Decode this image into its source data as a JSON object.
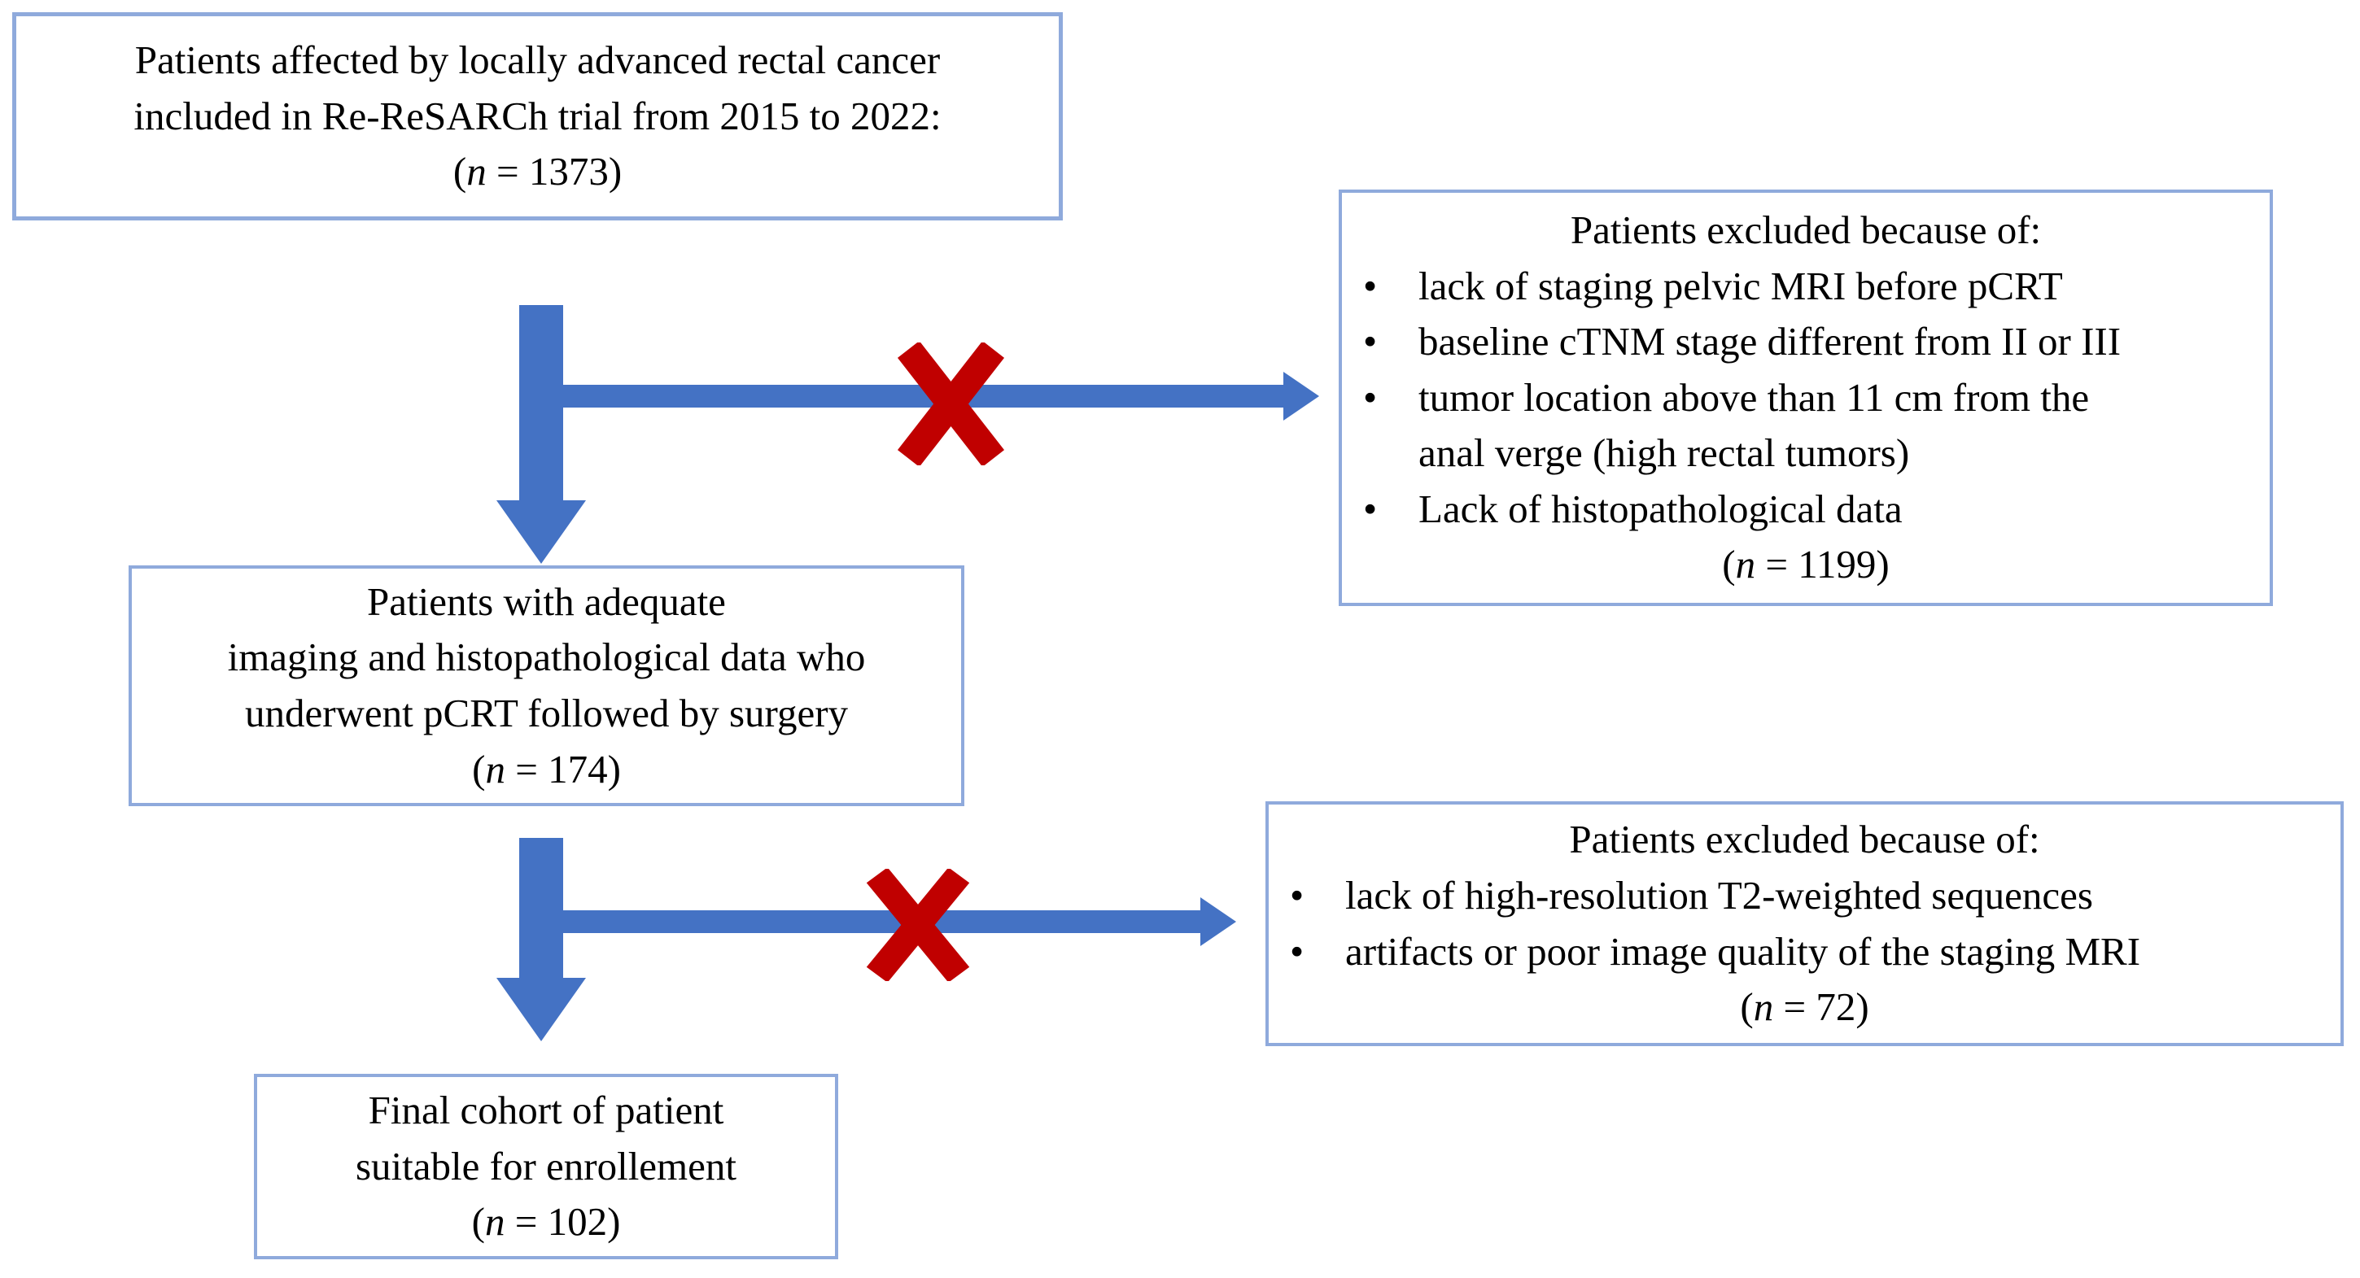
{
  "diagram": {
    "bullet_marker": "•",
    "colors": {
      "arrow_blue": "#4472C4",
      "exclusion_red": "#C00000",
      "box_border": "#8FAADC",
      "text": "#000000",
      "background": "#FFFFFF"
    },
    "boxes": {
      "initial": {
        "lines": [
          "Patients affected by locally advanced rectal cancer",
          "included in Re-ReSARCh trial from 2015 to 2022:"
        ],
        "count": {
          "pre": "(",
          "var": "n",
          "post": " = 1373)"
        },
        "n": 1373
      },
      "excluded1": {
        "title": "Patients excluded because of:",
        "bullets": [
          "lack of staging pelvic MRI before pCRT",
          "baseline cTNM stage different from II or III",
          "tumor location above than 11 cm from the\nanal verge (high rectal tumors)",
          "Lack of histopathological data"
        ],
        "count": {
          "pre": "(",
          "var": "n",
          "post": " = 1199)"
        },
        "n": 1199
      },
      "eligible": {
        "lines": [
          "Patients with adequate",
          "imaging and histopathological data who",
          "underwent pCRT followed by surgery"
        ],
        "count": {
          "pre": "(",
          "var": "n",
          "post": " = 174)"
        },
        "n": 174
      },
      "excluded2": {
        "title": "Patients excluded because of:",
        "bullets": [
          "lack of high-resolution T2-weighted sequences",
          "artifacts or poor image quality of the staging MRI"
        ],
        "count": {
          "pre": "(",
          "var": "n",
          "post": " = 72)"
        },
        "n": 72
      },
      "final": {
        "lines": [
          "Final cohort of patient",
          "suitable for enrollement"
        ],
        "count": {
          "pre": "(",
          "var": "n",
          "post": " = 102)"
        },
        "n": 102
      }
    }
  }
}
